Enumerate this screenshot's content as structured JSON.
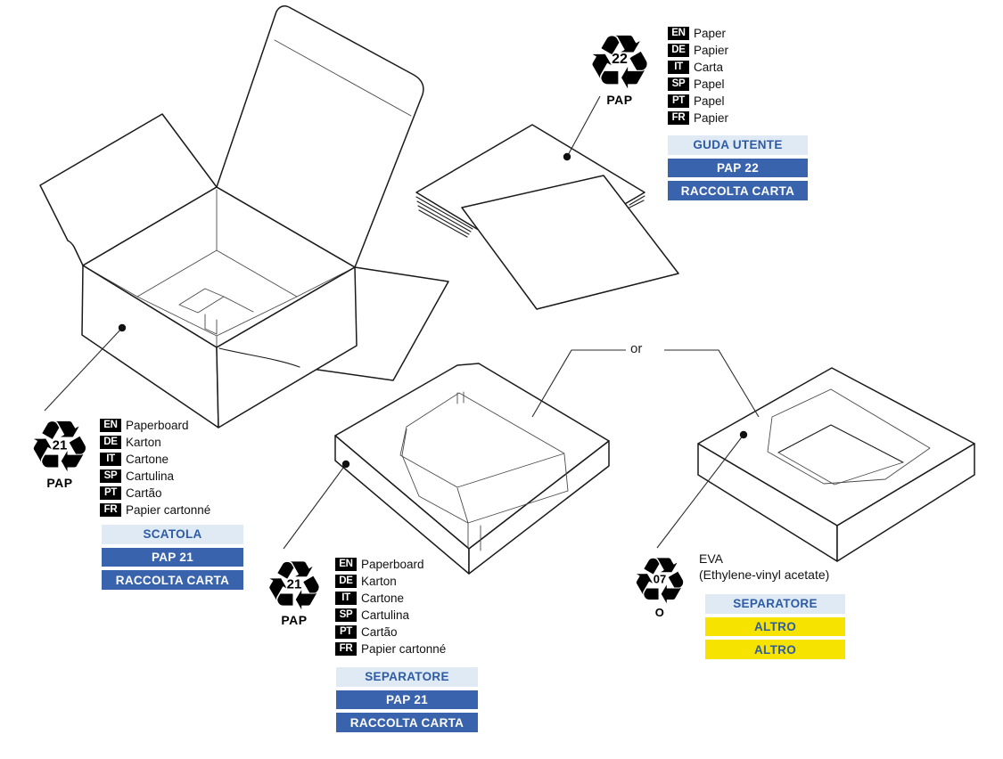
{
  "colors": {
    "accent_blue": "#3a63ad",
    "light_blue": "#dfeaf5",
    "yellow": "#f6e300",
    "blue_text": "#2d5ba6"
  },
  "connector": {
    "or_label": "or"
  },
  "sections": {
    "box": {
      "symbol": {
        "icon": "♻",
        "number": "21",
        "code": "PAP"
      },
      "languages": [
        {
          "tag": "EN",
          "word": "Paperboard"
        },
        {
          "tag": "DE",
          "word": "Karton"
        },
        {
          "tag": "IT",
          "word": "Cartone"
        },
        {
          "tag": "SP",
          "word": "Cartulina"
        },
        {
          "tag": "PT",
          "word": "Cartão"
        },
        {
          "tag": "FR",
          "word": "Papier cartonné"
        }
      ],
      "labels": [
        {
          "text": "SCATOLA",
          "style": "light"
        },
        {
          "text": "PAP 21",
          "style": "dark"
        },
        {
          "text": "RACCOLTA CARTA",
          "style": "dark"
        }
      ]
    },
    "user_guide": {
      "symbol": {
        "icon": "♻",
        "number": "22",
        "code": "PAP"
      },
      "languages": [
        {
          "tag": "EN",
          "word": "Paper"
        },
        {
          "tag": "DE",
          "word": "Papier"
        },
        {
          "tag": "IT",
          "word": "Carta"
        },
        {
          "tag": "SP",
          "word": "Papel"
        },
        {
          "tag": "PT",
          "word": "Papel"
        },
        {
          "tag": "FR",
          "word": "Papier"
        }
      ],
      "labels": [
        {
          "text": "GUDA UTENTE",
          "style": "light"
        },
        {
          "text": "PAP 22",
          "style": "dark"
        },
        {
          "text": "RACCOLTA CARTA",
          "style": "dark"
        }
      ]
    },
    "separator_paperboard": {
      "symbol": {
        "icon": "♻",
        "number": "21",
        "code": "PAP"
      },
      "languages": [
        {
          "tag": "EN",
          "word": "Paperboard"
        },
        {
          "tag": "DE",
          "word": "Karton"
        },
        {
          "tag": "IT",
          "word": "Cartone"
        },
        {
          "tag": "SP",
          "word": "Cartulina"
        },
        {
          "tag": "PT",
          "word": "Cartão"
        },
        {
          "tag": "FR",
          "word": "Papier cartonné"
        }
      ],
      "labels": [
        {
          "text": "SEPARATORE",
          "style": "light"
        },
        {
          "text": "PAP 21",
          "style": "dark"
        },
        {
          "text": "RACCOLTA CARTA",
          "style": "dark"
        }
      ]
    },
    "separator_eva": {
      "symbol": {
        "icon": "♻",
        "number": "07",
        "code": "O"
      },
      "material_name": "EVA",
      "material_desc": "(Ethylene-vinyl acetate)",
      "labels": [
        {
          "text": "SEPARATORE",
          "style": "light"
        },
        {
          "text": "ALTRO",
          "style": "yellow"
        },
        {
          "text": "ALTRO",
          "style": "yellow"
        }
      ]
    }
  }
}
